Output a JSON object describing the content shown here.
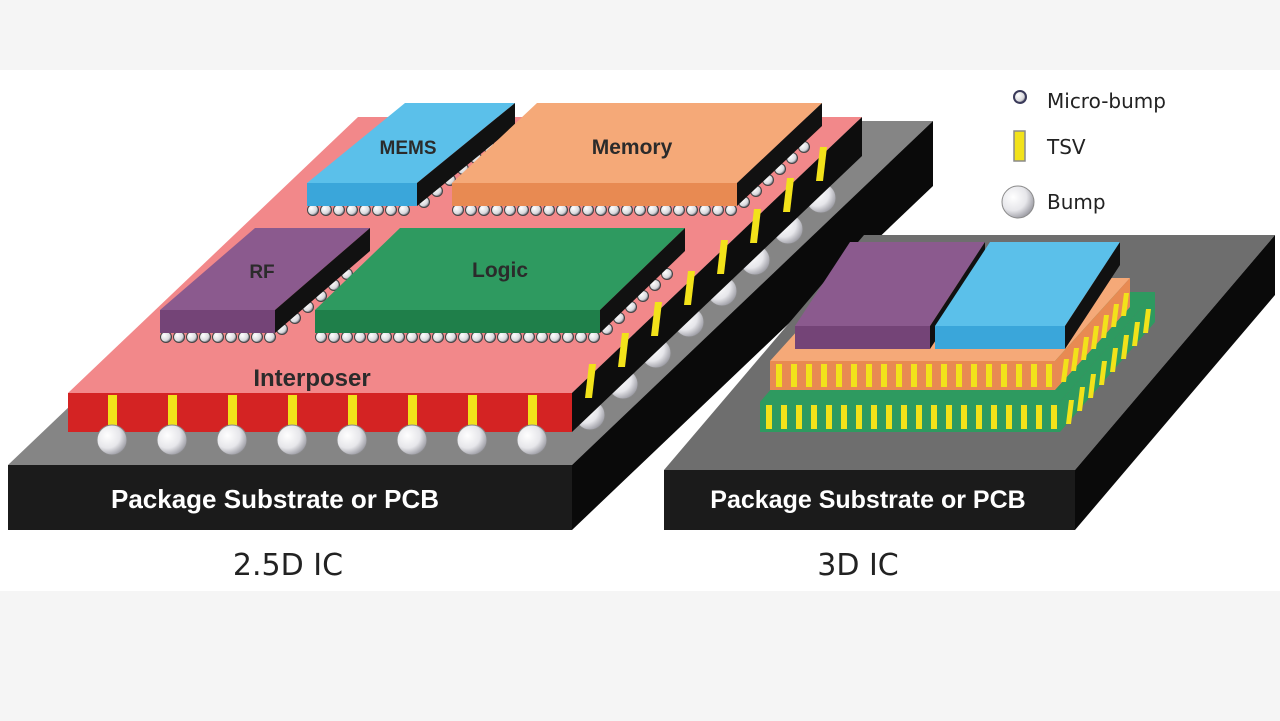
{
  "left_diagram": {
    "caption": "2.5D IC",
    "substrate_label": "Package Substrate or PCB",
    "interposer_label": "Interposer",
    "chips": {
      "mems": "MEMS",
      "memory": "Memory",
      "rf": "RF",
      "logic": "Logic"
    }
  },
  "right_diagram": {
    "caption": "3D IC",
    "substrate_label": "Package Substrate or PCB"
  },
  "legend": {
    "micro_bump": "Micro-bump",
    "tsv": "TSV",
    "bump": "Bump"
  },
  "colors": {
    "substrate_top": "#858585",
    "substrate_front": "#1a1a1a",
    "interposer_top": "#f2888a",
    "interposer_front": "#d42323",
    "mems": "#5bc0ea",
    "memory": "#f5a978",
    "rf": "#8b5a8e",
    "logic": "#2e9a60",
    "tsv": "#f2e21a"
  }
}
